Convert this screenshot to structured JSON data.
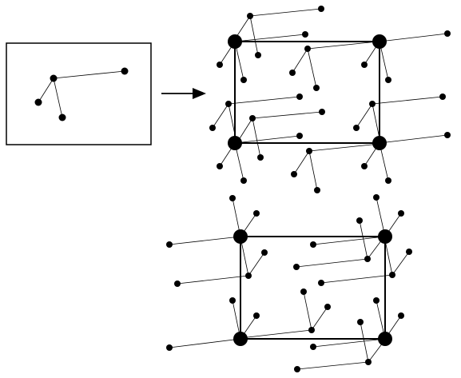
{
  "diagram": {
    "colors": {
      "ink": "#000000",
      "background": "#ffffff"
    },
    "parts": [
      "motif-panel",
      "arrow",
      "crystal-lattice-top",
      "crystal-lattice-bottom"
    ]
  }
}
